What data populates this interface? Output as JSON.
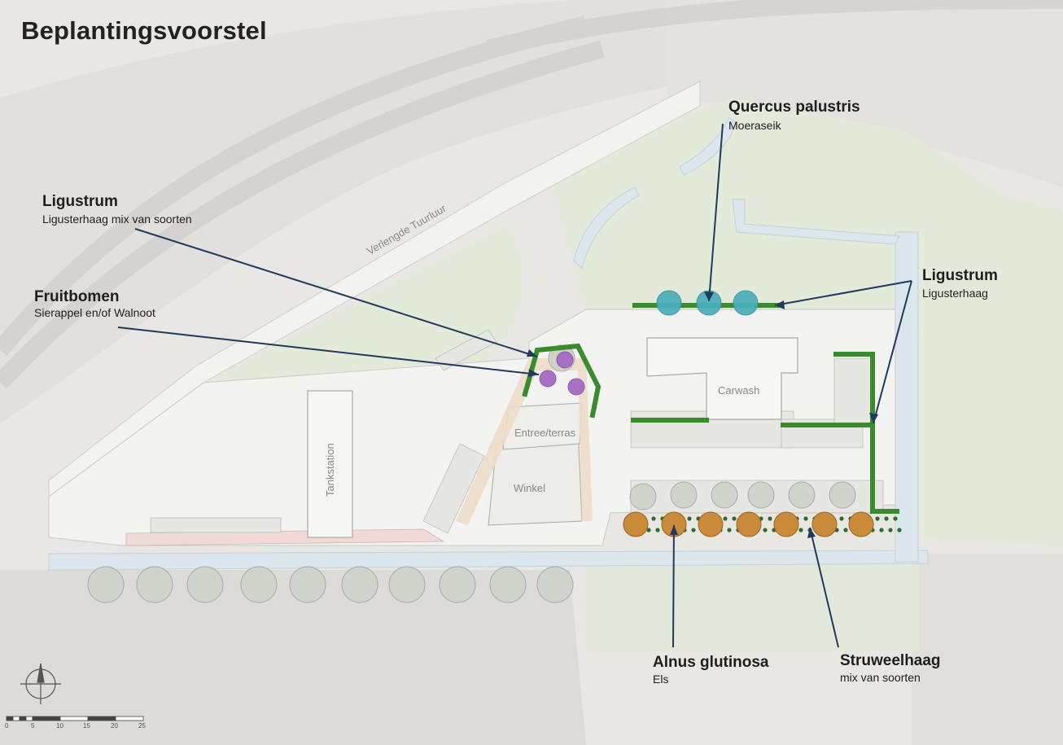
{
  "title": "Beplantingsvoorstel",
  "labels": {
    "quercus": {
      "name": "Quercus palustris",
      "sub": "Moeraseik"
    },
    "ligustrum_left": {
      "name": "Ligustrum",
      "sub": "Ligusterhaag mix van soorten"
    },
    "fruitbomen": {
      "name": "Fruitbomen",
      "sub": "Sierappel en/of Walnoot"
    },
    "ligustrum_right": {
      "name": "Ligustrum",
      "sub": "Ligusterhaag"
    },
    "alnus": {
      "name": "Alnus glutinosa",
      "sub": "Els"
    },
    "struweel": {
      "name": "Struweelhaag",
      "sub": "mix van soorten"
    }
  },
  "map_labels": {
    "road": "Verlengde Tuurluur",
    "tankstation": "Tankstation",
    "carwash": "Carwash",
    "entree": "Entree/terras",
    "winkel": "Winkel"
  },
  "scale_bar": {
    "ticks": [
      "0",
      "5",
      "10",
      "15",
      "20",
      "25"
    ]
  },
  "colors": {
    "hedge": "#3a8a2e",
    "oak": "#4aaebb",
    "fruit": "#a56bc2",
    "alder": "#c98a3a",
    "leader": "#1f3a5c",
    "water": "#d9e6ec",
    "grass": "#e3ead8"
  },
  "icons": {
    "north_arrow": "north-arrow-icon"
  }
}
